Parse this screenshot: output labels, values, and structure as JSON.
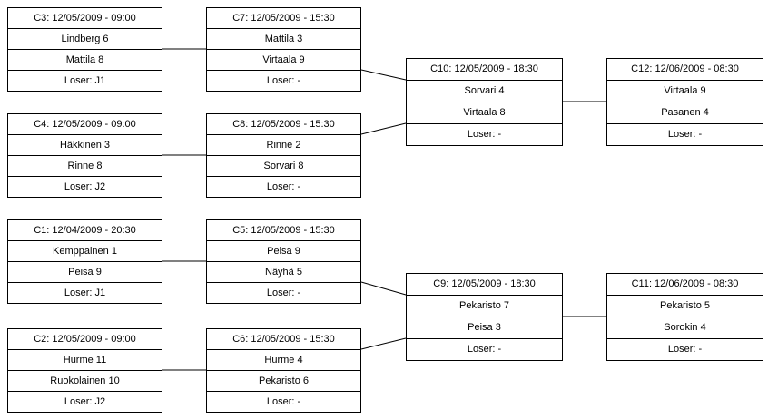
{
  "colors": {
    "background": "#ffffff",
    "border": "#000000",
    "text": "#000000"
  },
  "matches": {
    "C3": {
      "header": "C3: 12/05/2009 - 09:00",
      "player1": "Lindberg 6",
      "player2": "Mattila 8",
      "loser": "Loser: J1"
    },
    "C4": {
      "header": "C4: 12/05/2009 - 09:00",
      "player1": "Häkkinen 3",
      "player2": "Rinne 8",
      "loser": "Loser: J2"
    },
    "C1": {
      "header": "C1: 12/04/2009 - 20:30",
      "player1": "Kemppainen 1",
      "player2": "Peisa 9",
      "loser": "Loser: J1"
    },
    "C2": {
      "header": "C2: 12/05/2009 - 09:00",
      "player1": "Hurme 11",
      "player2": "Ruokolainen 10",
      "loser": "Loser: J2"
    },
    "C7": {
      "header": "C7: 12/05/2009 - 15:30",
      "player1": "Mattila 3",
      "player2": "Virtaala 9",
      "loser": "Loser: -"
    },
    "C8": {
      "header": "C8: 12/05/2009 - 15:30",
      "player1": "Rinne 2",
      "player2": "Sorvari 8",
      "loser": "Loser: -"
    },
    "C5": {
      "header": "C5: 12/05/2009 - 15:30",
      "player1": "Peisa 9",
      "player2": "Näyhä 5",
      "loser": "Loser: -"
    },
    "C6": {
      "header": "C6: 12/05/2009 - 15:30",
      "player1": "Hurme 4",
      "player2": "Pekaristo 6",
      "loser": "Loser: -"
    },
    "C10": {
      "header": "C10: 12/05/2009 - 18:30",
      "player1": "Sorvari 4",
      "player2": "Virtaala 8",
      "loser": "Loser: -"
    },
    "C9": {
      "header": "C9: 12/05/2009 - 18:30",
      "player1": "Pekaristo 7",
      "player2": "Peisa 3",
      "loser": "Loser: -"
    },
    "C12": {
      "header": "C12: 12/06/2009 - 08:30",
      "player1": "Virtaala 9",
      "player2": "Pasanen 4",
      "loser": "Loser: -"
    },
    "C11": {
      "header": "C11: 12/06/2009 - 08:30",
      "player1": "Pekaristo 5",
      "player2": "Sorokin 4",
      "loser": "Loser: -"
    }
  },
  "connections": [
    {
      "from": "C3",
      "to": "C7"
    },
    {
      "from": "C4",
      "to": "C8"
    },
    {
      "from": "C1",
      "to": "C5"
    },
    {
      "from": "C2",
      "to": "C6"
    },
    {
      "from": "C7",
      "to": "C10"
    },
    {
      "from": "C8",
      "to": "C10"
    },
    {
      "from": "C5",
      "to": "C9"
    },
    {
      "from": "C6",
      "to": "C9"
    },
    {
      "from": "C10",
      "to": "C12"
    },
    {
      "from": "C9",
      "to": "C11"
    }
  ]
}
